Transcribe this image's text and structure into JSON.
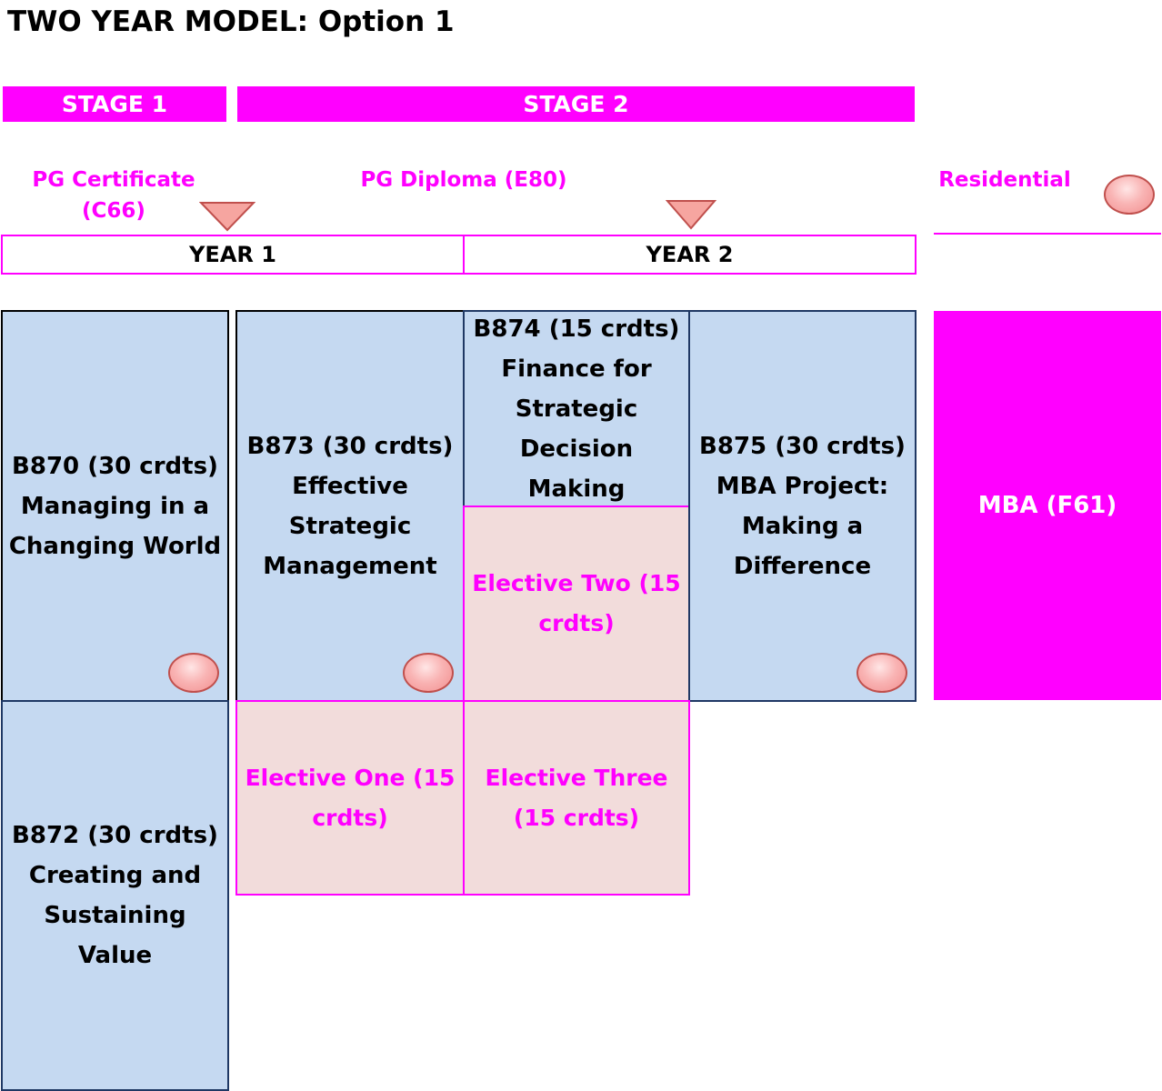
{
  "title": "TWO YEAR MODEL: Option 1",
  "stages": {
    "stage1": "STAGE 1",
    "stage2": "STAGE 2"
  },
  "awards": {
    "certificate": "PG Certificate (C66)",
    "diploma": "PG Diploma (E80)",
    "residential": "Residential"
  },
  "years": {
    "year1": "YEAR 1",
    "year2": "YEAR 2"
  },
  "modules": {
    "b870": "B870 (30 crdts) Managing in a Changing World",
    "b872": "B872 (30 crdts) Creating and Sustaining Value",
    "b873": "B873 (30 crdts) Effective Strategic Management",
    "b874": "B874 (15 crdts) Finance for Strategic Decision Making",
    "b875": "B875 (30 crdts) MBA Project: Making a Difference",
    "elective_one": "Elective  One (15 crdts)",
    "elective_two": "Elective  Two (15 crdts)",
    "elective_three": "Elective Three (15 crdts)",
    "mba": "MBA (F61)"
  },
  "colors": {
    "magenta": "#ff00ff",
    "core_fill": "#c5d9f1",
    "elective_fill": "#f2dcdb",
    "marker": "#f4a3a3"
  }
}
